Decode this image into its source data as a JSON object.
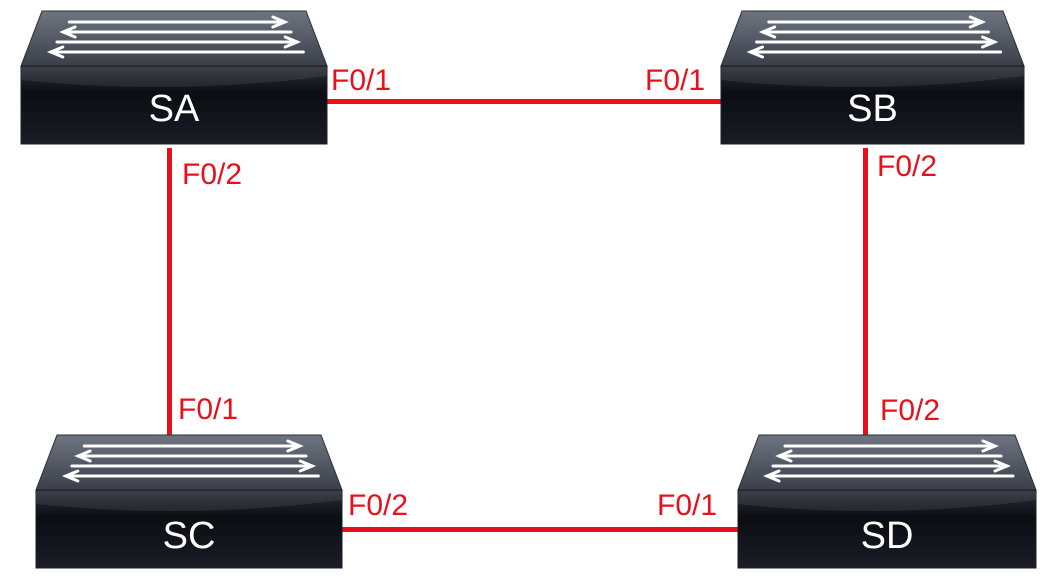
{
  "colors": {
    "link": "#e8101a",
    "port_label": "#e8101a",
    "switch_top_light": "#6e7481",
    "switch_top_dark": "#3a3f4a",
    "switch_front_dark": "#0b0d13",
    "switch_label": "#ffffff",
    "arrow": "#ffffff"
  },
  "icons": {
    "switch": "network-switch-icon",
    "arrows": "bidirectional-arrows-icon"
  },
  "switches": {
    "sa": {
      "label": "SA"
    },
    "sb": {
      "label": "SB"
    },
    "sc": {
      "label": "SC"
    },
    "sd": {
      "label": "SD"
    }
  },
  "links": {
    "sa_sb": {
      "a_port": "F0/1",
      "b_port": "F0/1"
    },
    "sa_sc": {
      "a_port": "F0/2",
      "b_port": "F0/1"
    },
    "sb_sd": {
      "a_port": "F0/2",
      "b_port": "F0/2"
    },
    "sc_sd": {
      "a_port": "F0/2",
      "b_port": "F0/1"
    }
  }
}
